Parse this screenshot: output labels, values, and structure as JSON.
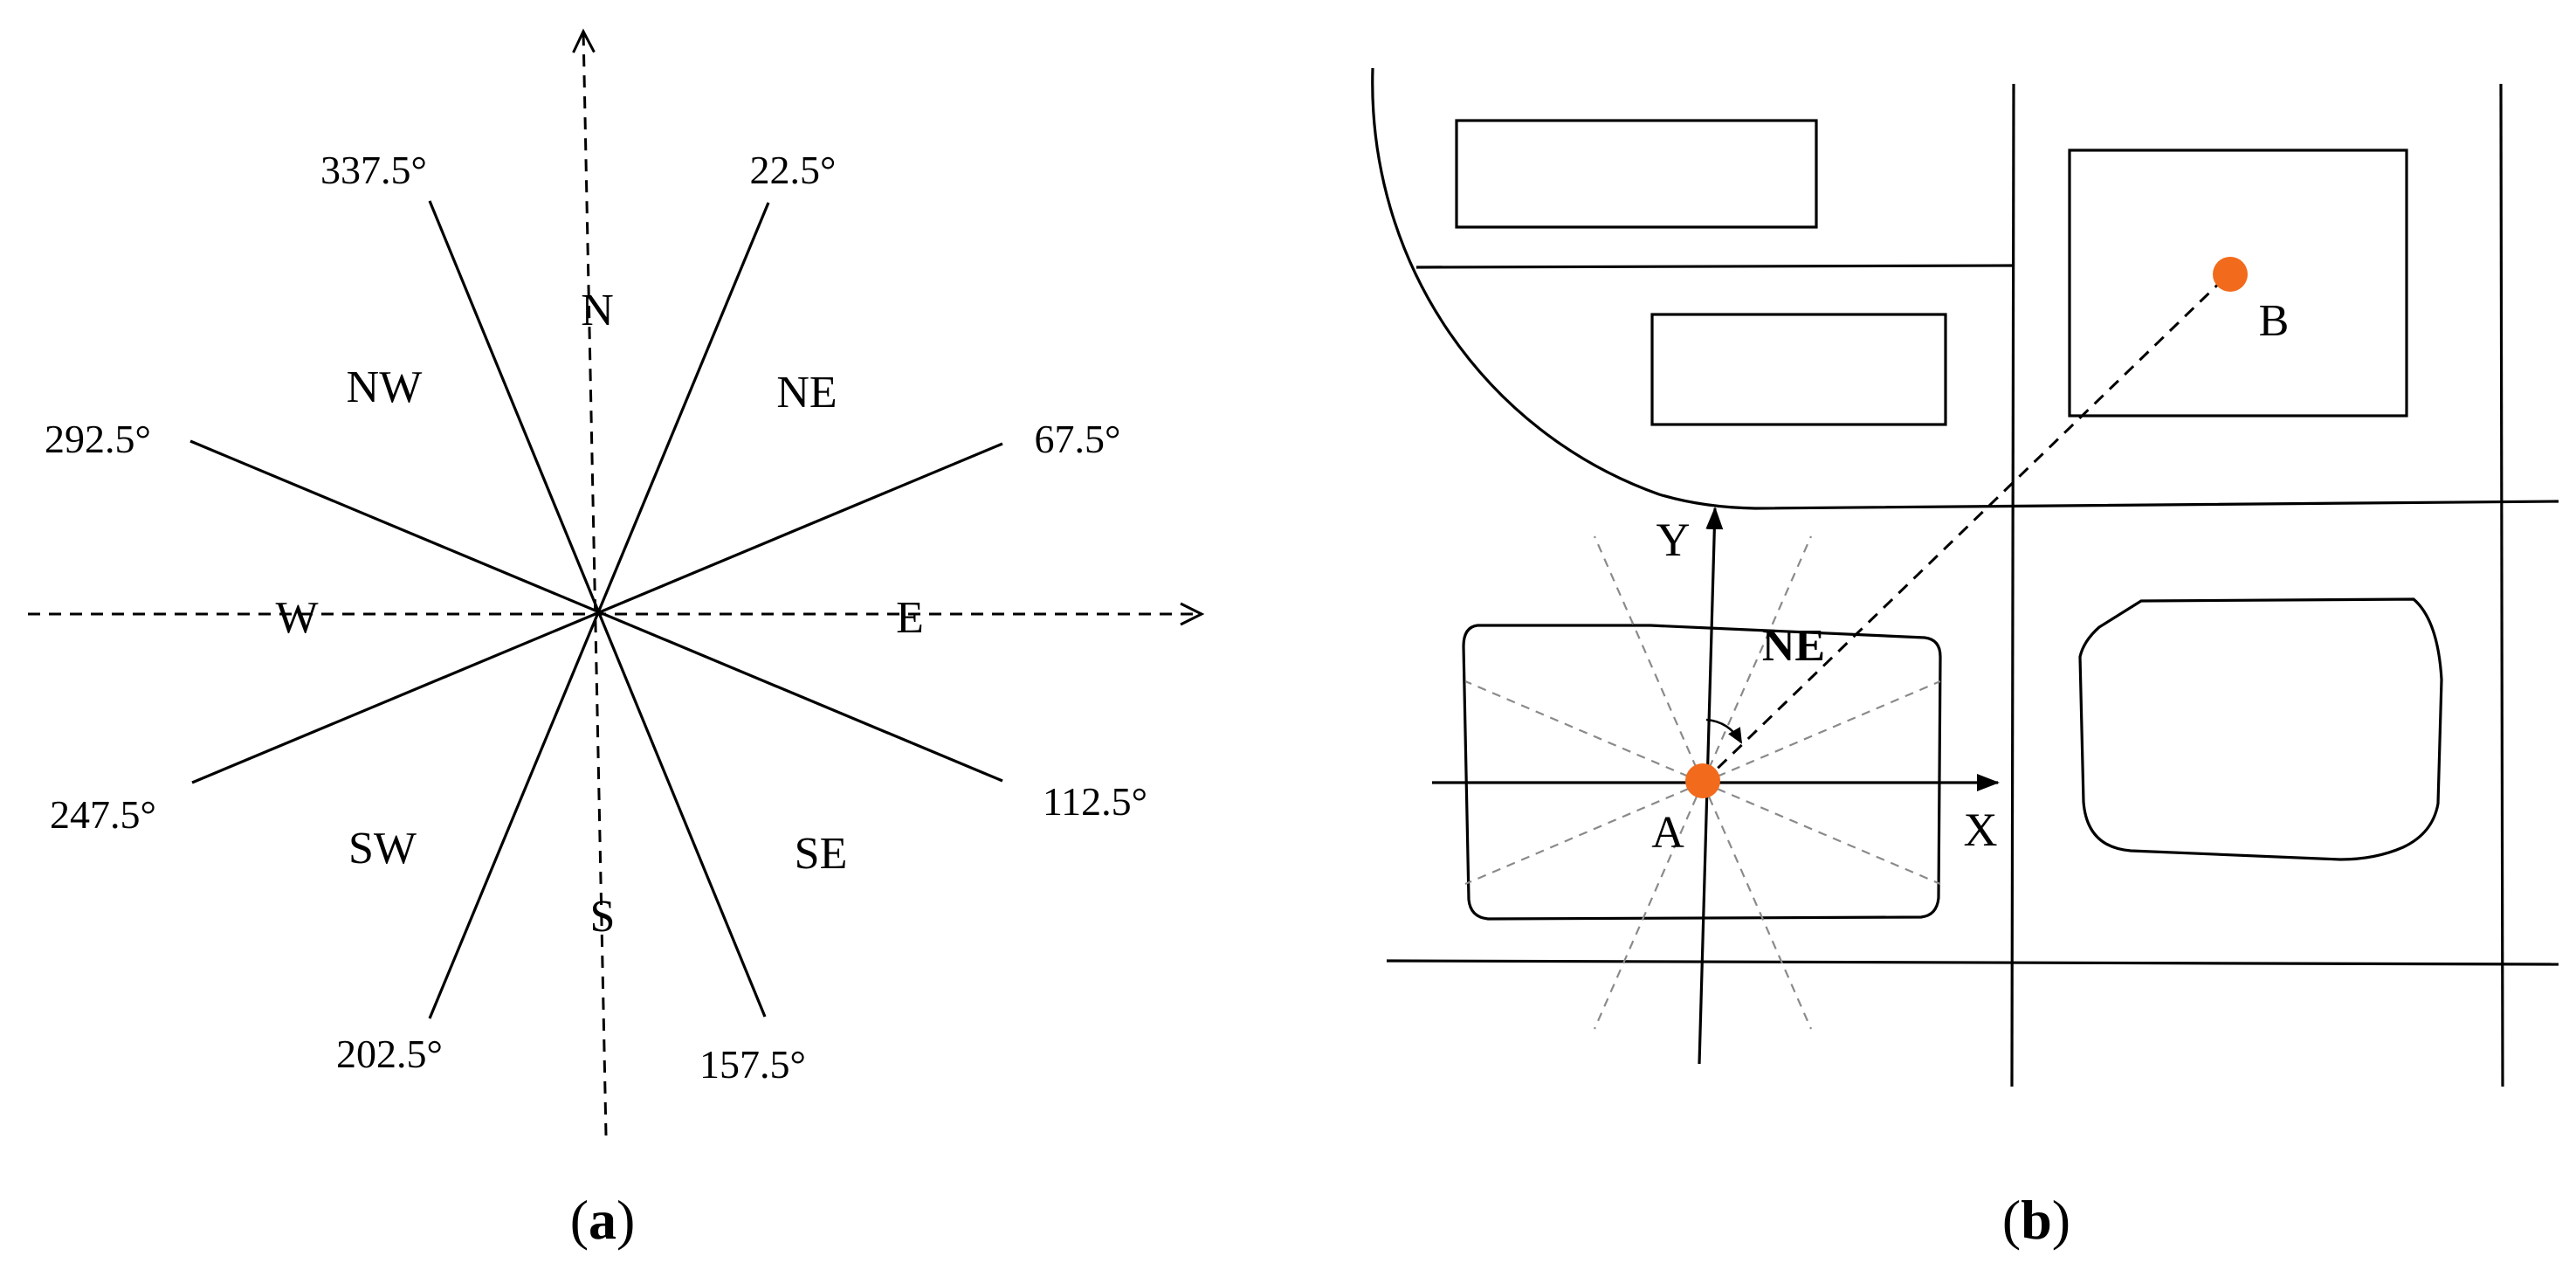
{
  "panel_a": {
    "angles": {
      "a337": "337.5°",
      "a22": "22.5°",
      "a292": "292.5°",
      "a67": "67.5°",
      "a247": "247.5°",
      "a112": "112.5°",
      "a202": "202.5°",
      "a157": "157.5°"
    },
    "directions": {
      "N": "N",
      "NE": "NE",
      "E": "E",
      "SE": "SE",
      "S": "S",
      "SW": "SW",
      "W": "W",
      "NW": "NW"
    },
    "caption": "a"
  },
  "panel_b": {
    "axis_x": "X",
    "axis_y": "Y",
    "point_a": "A",
    "point_b": "B",
    "sector_label": "NE",
    "caption": "b",
    "point_color": "#f26a1b"
  }
}
